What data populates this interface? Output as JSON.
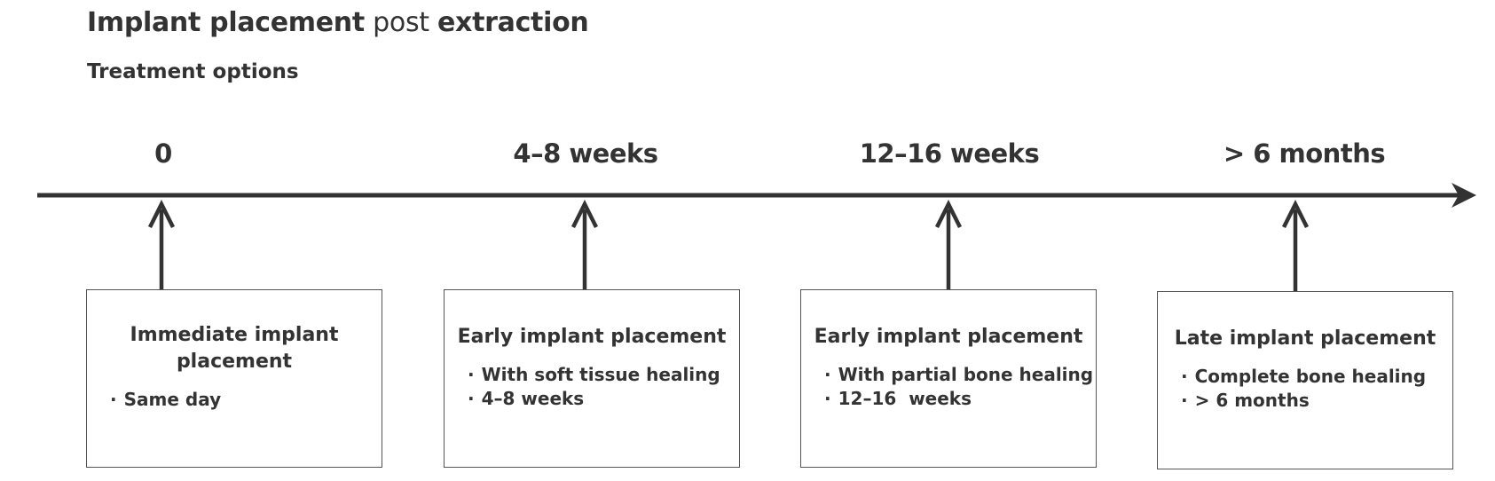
{
  "title": {
    "part1": "Implant placement",
    "part2": "post",
    "part3": "extraction"
  },
  "subtitle": "Treatment options",
  "timeline": {
    "ticks": [
      "0",
      "4–8 weeks",
      "12–16 weeks",
      "> 6 months"
    ]
  },
  "options": [
    {
      "title": "Immediate implant placement",
      "bullets": [
        "Same day"
      ]
    },
    {
      "title": "Early implant placement",
      "bullets": [
        "With soft tissue healing",
        "4–8 weeks"
      ]
    },
    {
      "title": "Early implant placement",
      "bullets": [
        "With partial bone healing",
        "12–16  weeks"
      ]
    },
    {
      "title": "Late implant placement",
      "bullets": [
        "Complete bone healing",
        "> 6 months"
      ]
    }
  ],
  "colors": {
    "line": "#333333",
    "text": "#333333",
    "border": "#555555"
  }
}
